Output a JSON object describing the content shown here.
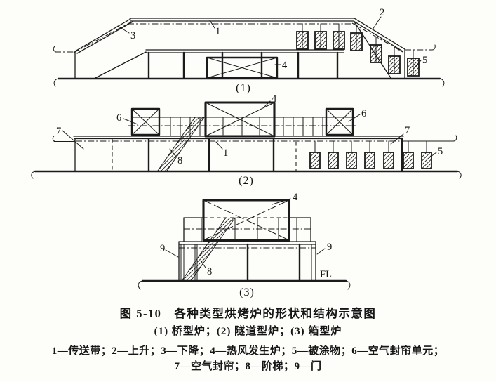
{
  "page": {
    "paper_color": "#fdfdfa",
    "ink_color": "#1b1b1b"
  },
  "caption": {
    "title": "图 5-10　各种类型烘烤炉的形状和结构示意图",
    "subtitle": "(1) 桥型炉；(2) 隧道型炉；(3) 箱型炉",
    "legend_line1": "1—传送带；2—上升；3—下降；4—热风发生炉；5—被涂物；6—空气封帘单元；",
    "legend_line2": "7—空气封帘；8—阶梯；9—门"
  },
  "legend_items": [
    {
      "num": "1",
      "term": "传送带"
    },
    {
      "num": "2",
      "term": "上升"
    },
    {
      "num": "3",
      "term": "下降"
    },
    {
      "num": "4",
      "term": "热风发生炉"
    },
    {
      "num": "5",
      "term": "被涂物"
    },
    {
      "num": "6",
      "term": "空气封帘单元"
    },
    {
      "num": "7",
      "term": "空气封帘"
    },
    {
      "num": "8",
      "term": "阶梯"
    },
    {
      "num": "9",
      "term": "门"
    }
  ],
  "diagrams": [
    {
      "panel_label": "(1)",
      "type_name": "桥型炉",
      "callouts": {
        "belt": "1",
        "rise": "2",
        "descend": "3",
        "hot_air": "4",
        "workpiece": "5"
      }
    },
    {
      "panel_label": "(2)",
      "type_name": "隧道型炉",
      "callouts": {
        "curtain_left": "7",
        "curtain_unit_left": "6",
        "stairs": "8",
        "belt": "1",
        "hot_air": "4",
        "curtain_unit_right": "6",
        "curtain_right": "7",
        "workpiece": "5"
      }
    },
    {
      "panel_label": "(3)",
      "type_name": "箱型炉",
      "callouts": {
        "hot_air": "4",
        "door_left": "9",
        "door_right": "9",
        "stairs": "8",
        "floor_level": "FL"
      }
    }
  ]
}
